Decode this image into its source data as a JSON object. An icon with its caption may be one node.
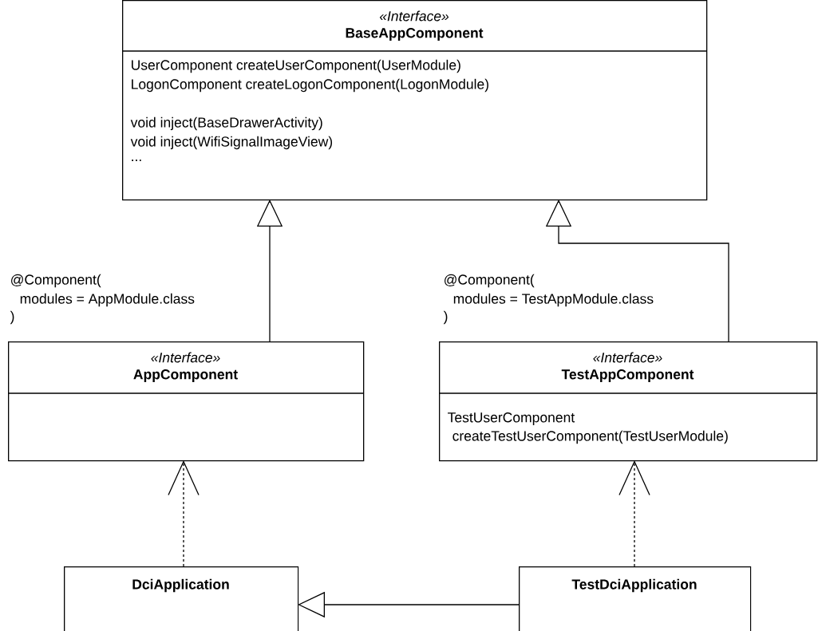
{
  "diagram": {
    "nodes": [
      {
        "text": [
          "«Interface»",
          "BaseAppComponent",
          "UserComponent createUserComponent(UserModule)",
          "LogonComponent createLogonComponent(LogonModule)",
          "void inject(BaseDrawerActivity)",
          "void inject(WifiSignalImageView)",
          "..."
        ]
      },
      {
        "text": [
          "«Interface»",
          "AppComponent"
        ],
        "beside": [
          "@Component(",
          "modules = AppModule.class",
          ")"
        ]
      },
      {
        "text": [
          "«Interface»",
          "TestAppComponent",
          "TestUserComponent",
          "createTestUserComponent(TestUserModule)"
        ],
        "beside": [
          "@Component(",
          "modules = TestAppModule.class",
          ")"
        ]
      },
      {
        "text": [
          "DciApplication"
        ]
      },
      {
        "text": [
          "TestDciApplication"
        ]
      }
    ],
    "edges": [
      {
        "from": 1,
        "to": 0,
        "arrow": "to"
      },
      {
        "from": 2,
        "to": 0,
        "arrow": "to"
      },
      {
        "from": 3,
        "to": 1,
        "arrow": "to",
        "style": "dashed"
      },
      {
        "from": 4,
        "to": 2,
        "arrow": "to",
        "style": "dashed"
      },
      {
        "from": 4,
        "to": 3,
        "arrow": "to"
      }
    ]
  }
}
